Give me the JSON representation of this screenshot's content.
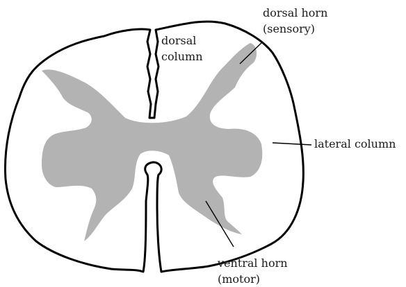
{
  "colors": {
    "background": "#ffffff",
    "outline": "#000000",
    "gray_matter": "#b3b3b3"
  },
  "labels": {
    "dorsal_column": [
      "dorsal",
      "column"
    ],
    "dorsal_horn": [
      "dorsal horn",
      "(sensory)"
    ],
    "lateral_column": [
      "lateral column"
    ],
    "ventral_horn": [
      "ventral horn",
      "(motor)"
    ]
  }
}
